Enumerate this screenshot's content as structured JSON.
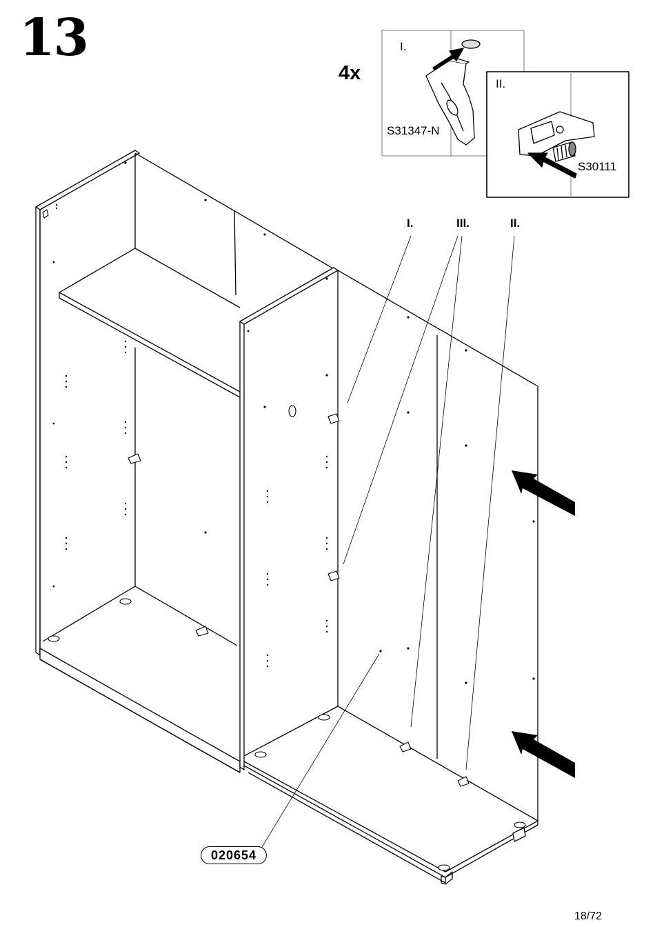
{
  "step": {
    "number": "13",
    "quantity": "4x"
  },
  "detail_callouts": [
    {
      "roman": "I.",
      "part_code": "S31347-N"
    },
    {
      "roman": "II.",
      "part_code": "S30111"
    }
  ],
  "pointer_labels": [
    "I.",
    "III.",
    "II."
  ],
  "panel": {
    "code": "020654"
  },
  "footer": {
    "page": "18/72"
  },
  "icons": [
    "push-arrow-icon",
    "insert-arrow-icon",
    "mounting-bracket-icon",
    "screw-icon",
    "cam-bolt-icon"
  ]
}
